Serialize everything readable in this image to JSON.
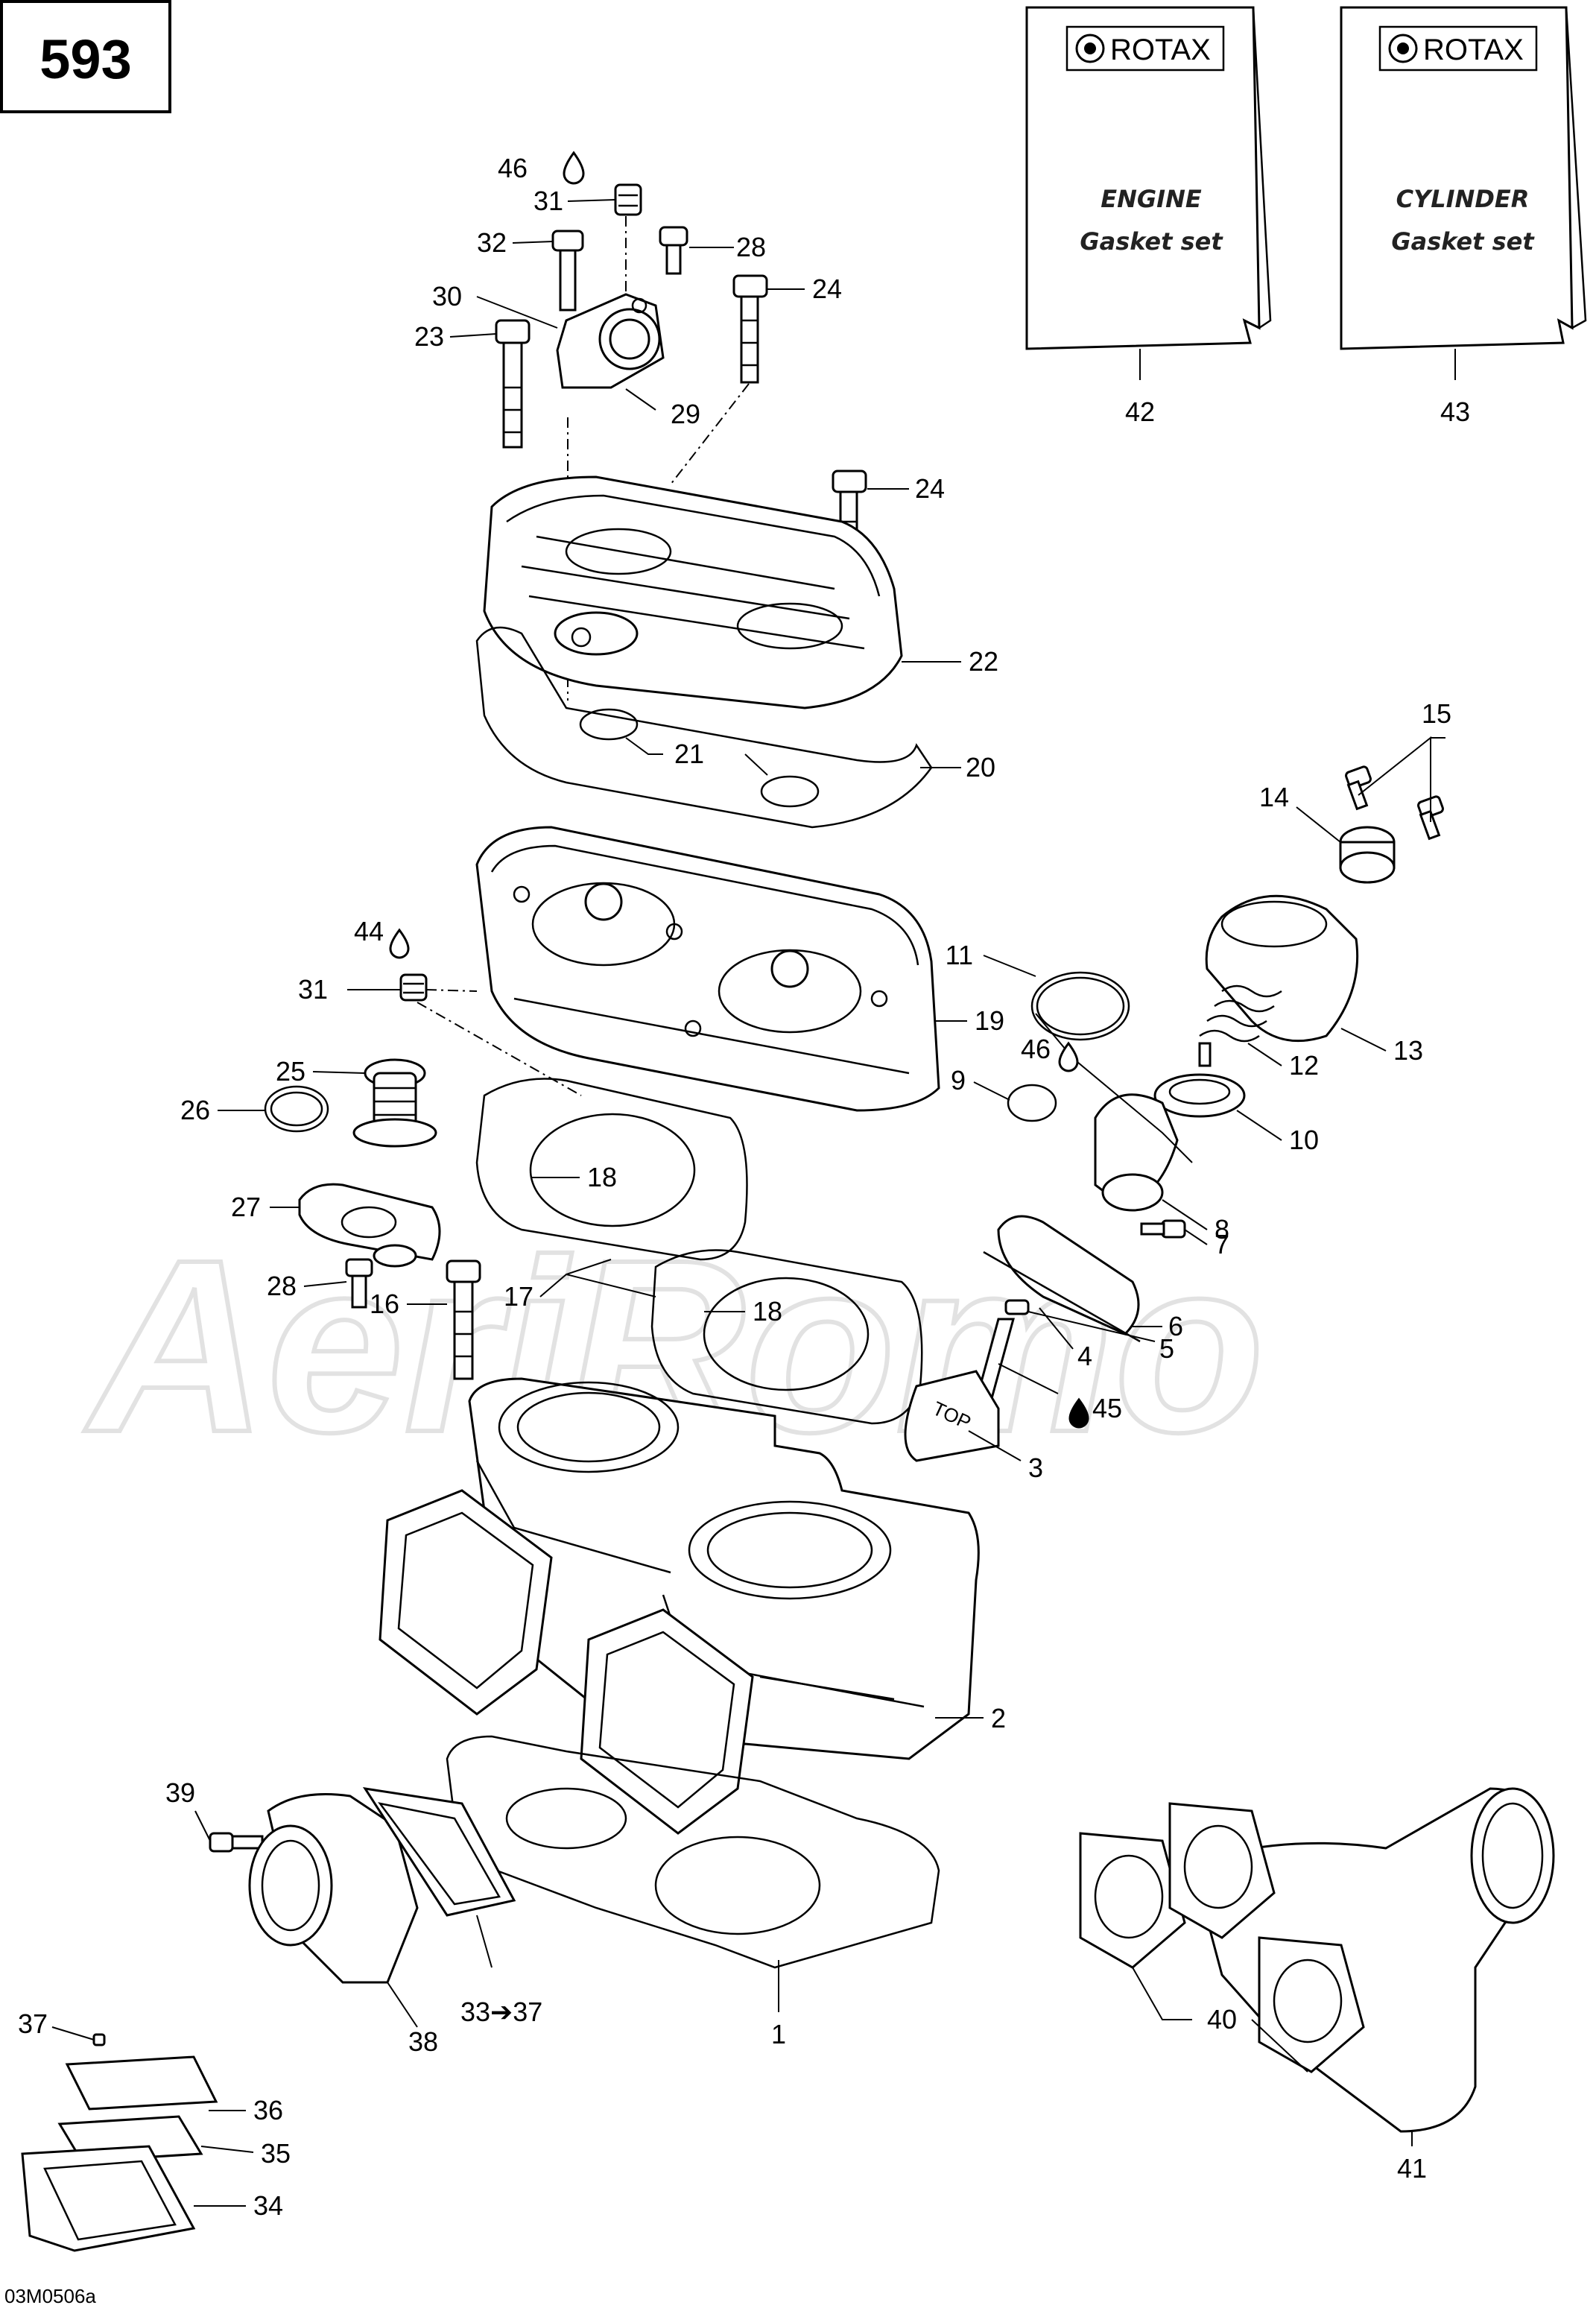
{
  "page_number": "593",
  "figure_code": "03M0506a",
  "watermark": "AeriRomo",
  "kits": [
    {
      "brand": "ROTAX",
      "line1": "ENGINE",
      "line2": "Gasket set",
      "ref": "42"
    },
    {
      "brand": "ROTAX",
      "line1": "CYLINDER",
      "line2": "Gasket set",
      "ref": "43"
    }
  ],
  "callouts": {
    "c46a": "46",
    "c31a": "31",
    "c32": "32",
    "c28a": "28",
    "c30": "30",
    "c24a": "24",
    "c23": "23",
    "c29": "29",
    "c24b": "24",
    "c22": "22",
    "c21": "21",
    "c20": "20",
    "c15": "15",
    "c14": "14",
    "c44": "44",
    "c11": "11",
    "c31b": "31",
    "c19": "19",
    "c13": "13",
    "c12": "12",
    "c25": "25",
    "c46b": "46",
    "c9": "9",
    "c26": "26",
    "c10": "10",
    "c18a": "18",
    "c27": "27",
    "c8": "8",
    "c7": "7",
    "c28b": "28",
    "c18b": "18",
    "c16": "16",
    "c17": "17",
    "c6": "6",
    "c4": "4",
    "c5": "5",
    "c45": "45",
    "c3": "3",
    "c2": "2",
    "c39": "39",
    "c33": "33➔37",
    "c37": "37",
    "c38": "38",
    "c1": "1",
    "c40": "40",
    "c36": "36",
    "c41": "41",
    "c35": "35",
    "c34": "34"
  },
  "lubricant_icon": "oil-drop-icon"
}
